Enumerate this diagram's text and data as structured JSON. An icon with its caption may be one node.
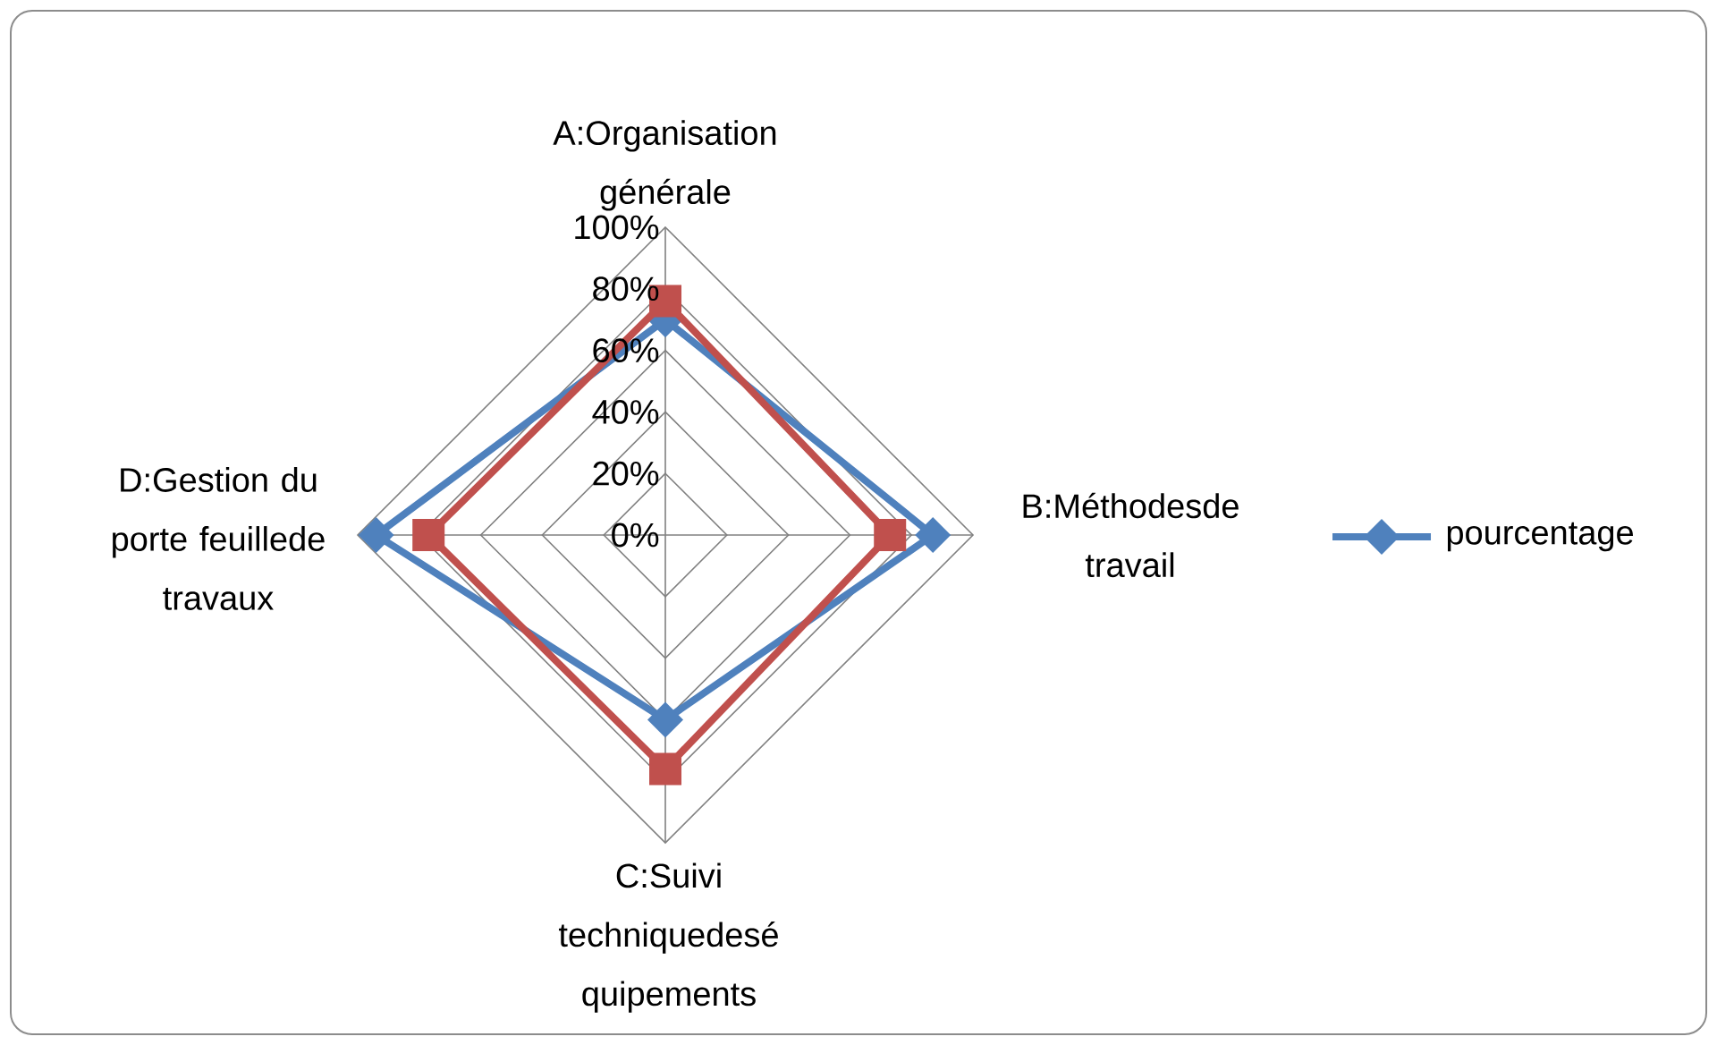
{
  "diagram": {
    "labels": [
      "A:Organisation générale",
      "100%",
      "80%",
      "60%",
      "40%",
      "20%",
      "D:Gestion du porte feuillede travaux",
      "0%",
      "B:Méthodesde travail",
      "C:Suivi techniquedesé quipements"
    ],
    "legend": [
      {
        "text": "pourcentage"
      }
    ]
  }
}
